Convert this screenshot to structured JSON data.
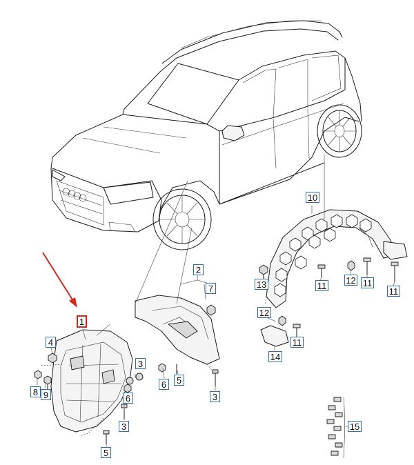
{
  "diagram": {
    "accent_color": "#d7261e",
    "callout_border_color": "#2f6fa8",
    "selected_callout": "1",
    "callouts": [
      "1",
      "2",
      "3",
      "3",
      "3",
      "4",
      "5",
      "5",
      "6",
      "6",
      "7",
      "8",
      "9",
      "10",
      "11",
      "11",
      "11",
      "11",
      "12",
      "12",
      "13",
      "14",
      "15"
    ],
    "icons": [
      "vehicle-illustration",
      "front-wheel-housing-liner",
      "rear-wheel-housing-liner",
      "pointer-arrow"
    ]
  }
}
